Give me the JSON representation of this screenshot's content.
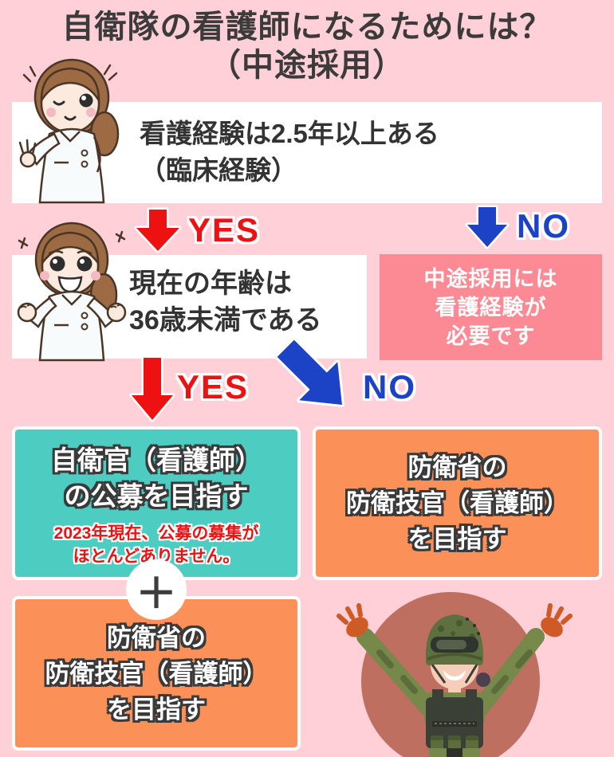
{
  "title": {
    "line1": "自衛隊の看護師になるためには？",
    "line2": "（中途採用）"
  },
  "q1": {
    "line1": "看護経験は2.5年以上ある",
    "line2": "（臨床経験）"
  },
  "q2": {
    "line1": "現在の年齢は",
    "line2": "36歳未満である"
  },
  "labels": {
    "yes1": "YES",
    "no1": "NO",
    "yes2": "YES",
    "no2": "NO",
    "plus": "＋"
  },
  "no_result": {
    "line1": "中途採用には",
    "line2": "看護経験が",
    "line3": "必要です"
  },
  "yes_result": {
    "line1": "自衛官（看護師）",
    "line2": "の公募を目指す",
    "note1": "2023年現在、公募の募集が",
    "note2": "ほとんどありません。"
  },
  "and_result": {
    "line1": "防衛省の",
    "line2": "防衛技官（看護師）",
    "line3": "を目指す"
  },
  "no_result2": {
    "line1": "防衛省の",
    "line2": "防衛技官（看護師）",
    "line3": "を目指す"
  },
  "icons": {
    "nurse_ok": "nurse-winking-ok-illustration",
    "nurse_cheer": "nurse-cheering-illustration",
    "soldier": "soldier-celebrating-illustration"
  },
  "colors": {
    "background": "#FFD0D8",
    "accent_red": "#EE1111",
    "accent_blue": "#1C43C5",
    "teal_box": "#4DCCC1",
    "orange_box": "#FB9159",
    "salmon_box": "#FB8A94",
    "white_box": "#FFFFFF",
    "text_dark": "#3B3B3B"
  }
}
